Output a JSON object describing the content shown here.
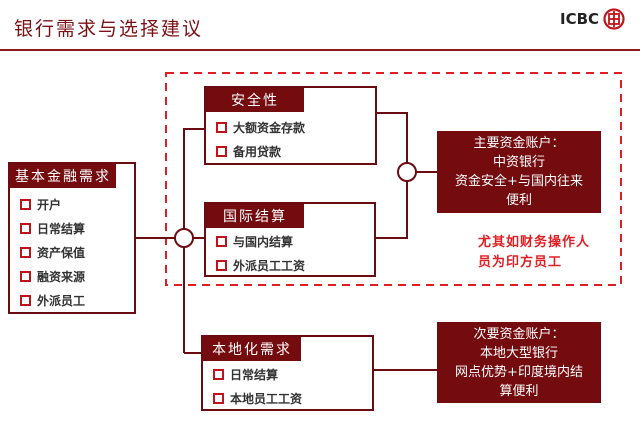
{
  "header": {
    "title": "银行需求与选择建议",
    "logo_text": "ICBC",
    "logo_icon": "icbc-emblem-icon"
  },
  "colors": {
    "accent": "#740b0e",
    "dashed_highlight": "#e01e24",
    "bullet": "#c0141c"
  },
  "basic_needs": {
    "title": "基本金融需求",
    "items": [
      "开户",
      "日常结算",
      "资产保值",
      "融资来源",
      "外派员工"
    ]
  },
  "security": {
    "title": "安全性",
    "items": [
      "大额资金存款",
      "备用贷款"
    ]
  },
  "international": {
    "title": "国际结算",
    "items": [
      "与国内结算",
      "外派员工工资"
    ]
  },
  "localization": {
    "title": "本地化需求",
    "items": [
      "日常结算",
      "本地员工工资"
    ]
  },
  "primary_account": {
    "lines": [
      "主要资金账户：",
      "中资银行",
      "资金安全+与国内往来",
      "便利"
    ]
  },
  "primary_note": {
    "lines": [
      "尤其如财务操作人",
      "员为印方员工"
    ]
  },
  "secondary_account": {
    "lines": [
      "次要资金账户：",
      "本地大型银行",
      "网点优势+印度境内结",
      "算便利"
    ]
  }
}
